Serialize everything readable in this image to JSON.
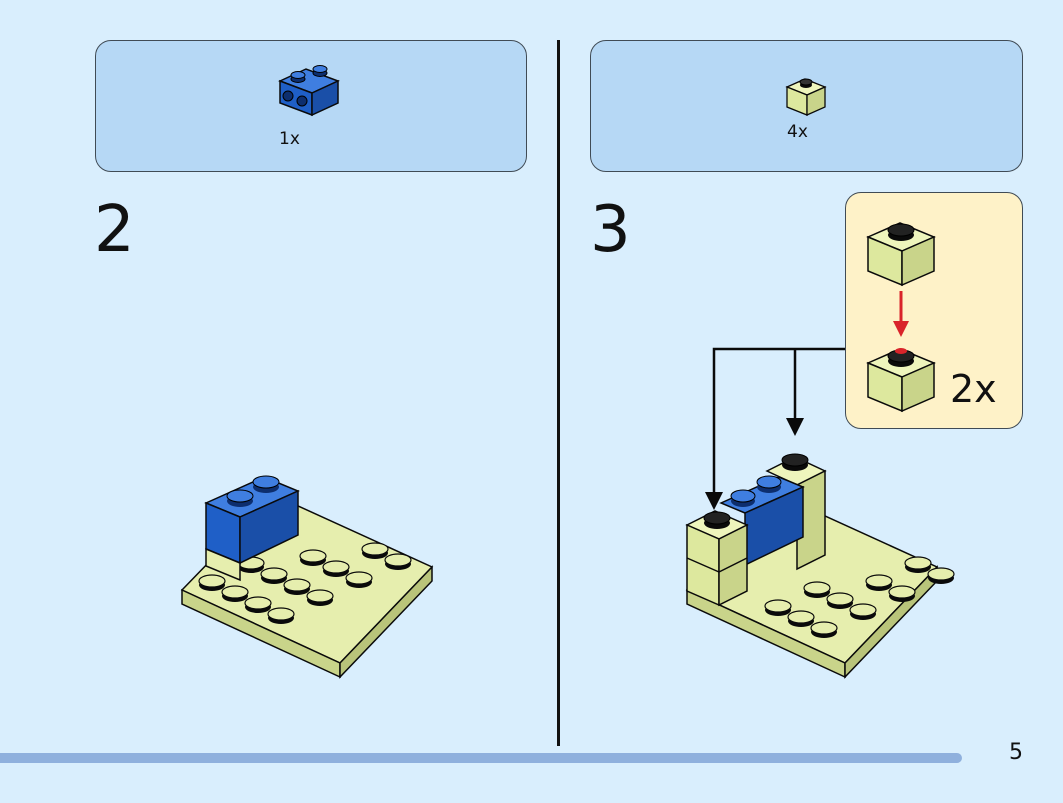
{
  "step2": {
    "number": "2",
    "parts": [
      {
        "icon": "blue-1x2-brick-icon",
        "quantity": "1x"
      }
    ]
  },
  "step3": {
    "number": "3",
    "parts": [
      {
        "icon": "lime-1x1-brick-icon",
        "quantity": "4x"
      }
    ],
    "callout": {
      "multiplier": "2x"
    }
  },
  "page": {
    "number": "5"
  },
  "colors": {
    "background": "#d9eefd",
    "parts_panel": "#b6d8f5",
    "callout": "#fef2c8",
    "lime_brick": "#dde89e",
    "blue_brick": "#1f5fc7",
    "arrow_red": "#d9242a",
    "progress_bar": "#8fb0dd"
  }
}
